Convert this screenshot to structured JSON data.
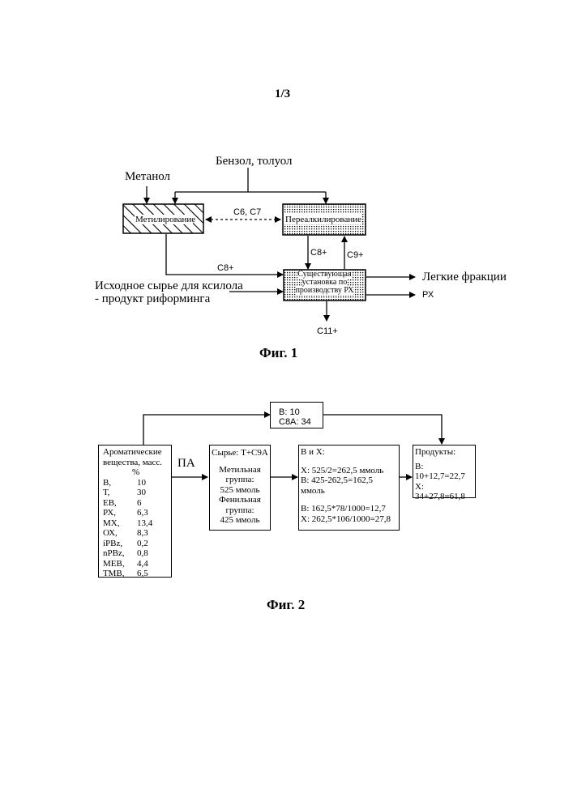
{
  "page_number": "1/3",
  "fig1": {
    "caption": "Фиг. 1",
    "top_feed": "Бензол, толуол",
    "methanol": "Метанол",
    "methylation": "Метилирование",
    "transalkylation": "Переалкилирование",
    "link_label": "С6, С7",
    "c8plus_down": "С8+",
    "c9plus_up": "С9+",
    "c8plus_left": "С8+",
    "existing_unit_line1": "Существующая",
    "existing_unit_line2": "установка по",
    "existing_unit_line3": "производству РХ",
    "feed_line1": "Исходное сырье для ксилола",
    "feed_line2": "- продукт риформинга",
    "light_fractions": "Легкие фракции",
    "px_out": "РХ",
    "c11plus": "С11+"
  },
  "fig2": {
    "caption": "Фиг. 2",
    "top_box_line1": "В: 10",
    "top_box_line2": "С8А: 34",
    "arrow_label": "ПА",
    "aromatics_title_line1": "Ароматические",
    "aromatics_title_line2": "вещества, масс.",
    "aromatics_title_line3": "%",
    "aromatics": [
      {
        "name": "В,",
        "value": "10"
      },
      {
        "name": "Т,",
        "value": "30"
      },
      {
        "name": "ЕВ,",
        "value": "6"
      },
      {
        "name": "РХ,",
        "value": "6,3"
      },
      {
        "name": "МХ,",
        "value": "13,4"
      },
      {
        "name": "ОХ,",
        "value": "8,3"
      },
      {
        "name": "iPBz,",
        "value": "0,2"
      },
      {
        "name": "nPBz,",
        "value": "0,8"
      },
      {
        "name": "МЕВ,",
        "value": "4,4"
      },
      {
        "name": "ТМВ,",
        "value": "6,5"
      }
    ],
    "feed_box": {
      "line1": "Сырье: Т+С9А",
      "line2": "Метильная",
      "line3": "группа:",
      "line4": "525 ммоль",
      "line5": "Фенильная",
      "line6": "группа:",
      "line7": "425 ммоль"
    },
    "calc_box": {
      "line1": "В и Х:",
      "line2": "Х: 525/2=262,5 ммоль",
      "line3": "В: 425-262,5=162,5 ммоль",
      "line4": "В: 162,5*78/1000=12,7",
      "line5": "Х: 262,5*106/1000=27,8"
    },
    "products_box": {
      "line1": "Продукты:",
      "line2": "В:",
      "line3": "10+12,7=22,7",
      "line4": "Х:",
      "line5": "34+27,8=61,8"
    }
  }
}
